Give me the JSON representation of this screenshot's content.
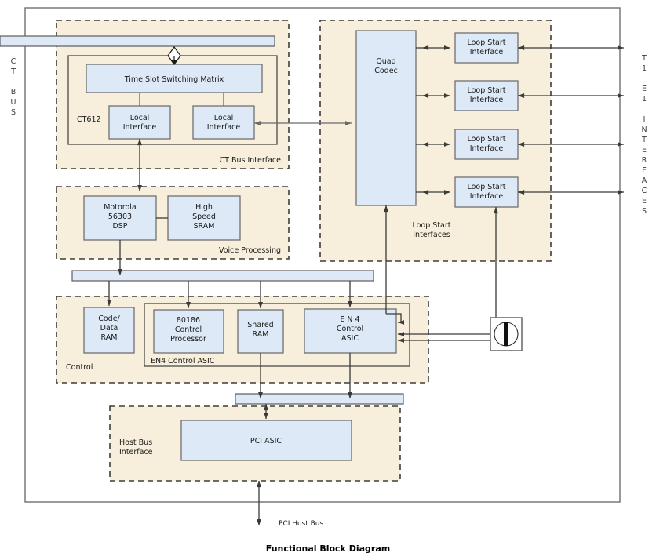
{
  "caption": "Functional Block Diagram",
  "edge_labels": {
    "left_bus": "CT  BUS",
    "left_bus_chars": [
      "C",
      "T",
      "",
      "B",
      "U",
      "S"
    ],
    "right_interfaces": "T1 E1 INTERFACES",
    "right_interfaces_chars": [
      "T",
      "1",
      "",
      "E",
      "1",
      "",
      "I",
      "N",
      "T",
      "E",
      "R",
      "F",
      "A",
      "C",
      "E",
      "S"
    ],
    "pci_host_bus": "PCI Host Bus"
  },
  "zones": [
    {
      "id": "ct-bus-interface",
      "label": "CT Bus Interface"
    },
    {
      "id": "loop-start-interfaces",
      "label": "Loop Start\nInterfaces",
      "label_line1": "Loop Start",
      "label_line2": "Interfaces"
    },
    {
      "id": "voice-processing",
      "label": "Voice Processing"
    },
    {
      "id": "control",
      "label": "Control"
    },
    {
      "id": "host-bus-interface",
      "label_line1": "Host Bus",
      "label_line2": "Interface"
    }
  ],
  "inner_groups": [
    {
      "id": "ct612",
      "label": "CT612"
    },
    {
      "id": "en4-control-asic-group",
      "label": "EN4 Control ASIC"
    }
  ],
  "blocks": {
    "time_slot_switching_matrix": {
      "label": "Time Slot Switching Matrix",
      "lines": [
        "Time Slot Switching Matrix"
      ]
    },
    "local_interface_a": {
      "lines": [
        "Local",
        "Interface"
      ]
    },
    "local_interface_b": {
      "lines": [
        "Local",
        "Interface"
      ]
    },
    "quad_codec": {
      "lines": [
        "Quad",
        "Codec"
      ]
    },
    "loop_start_1": {
      "lines": [
        "Loop Start",
        "Interface"
      ]
    },
    "loop_start_2": {
      "lines": [
        "Loop Start",
        "Interface"
      ]
    },
    "loop_start_3": {
      "lines": [
        "Loop Start",
        "Interface"
      ]
    },
    "loop_start_4": {
      "lines": [
        "Loop Start",
        "Interface"
      ]
    },
    "motorola_dsp": {
      "lines": [
        "Motorola",
        "56303",
        "DSP"
      ]
    },
    "high_speed_sram": {
      "lines": [
        "High",
        "Speed",
        "SRAM"
      ]
    },
    "code_data_ram": {
      "lines": [
        "Code/",
        "Data",
        "RAM"
      ]
    },
    "control_processor": {
      "lines": [
        "80186",
        "Control",
        "Processor"
      ]
    },
    "shared_ram": {
      "lines": [
        "Shared",
        "RAM"
      ]
    },
    "en4_control_asic": {
      "lines": [
        "E N 4",
        "Control",
        "ASIC"
      ]
    },
    "pci_asic": {
      "lines": [
        "PCI ASIC"
      ]
    }
  },
  "icons": {
    "connector": "phone-connector-icon",
    "ct_bus_tap": "diamond-tap-icon"
  },
  "colors": {
    "chip_fill": "#dde9f7",
    "zone_fill": "#f7eedb",
    "zone_stroke": "#3d3d3d",
    "wire": "#3a3a3a",
    "board_stroke": "#6f6f6f",
    "text": "#1a1a1a",
    "page_bg": "#ffffff"
  }
}
